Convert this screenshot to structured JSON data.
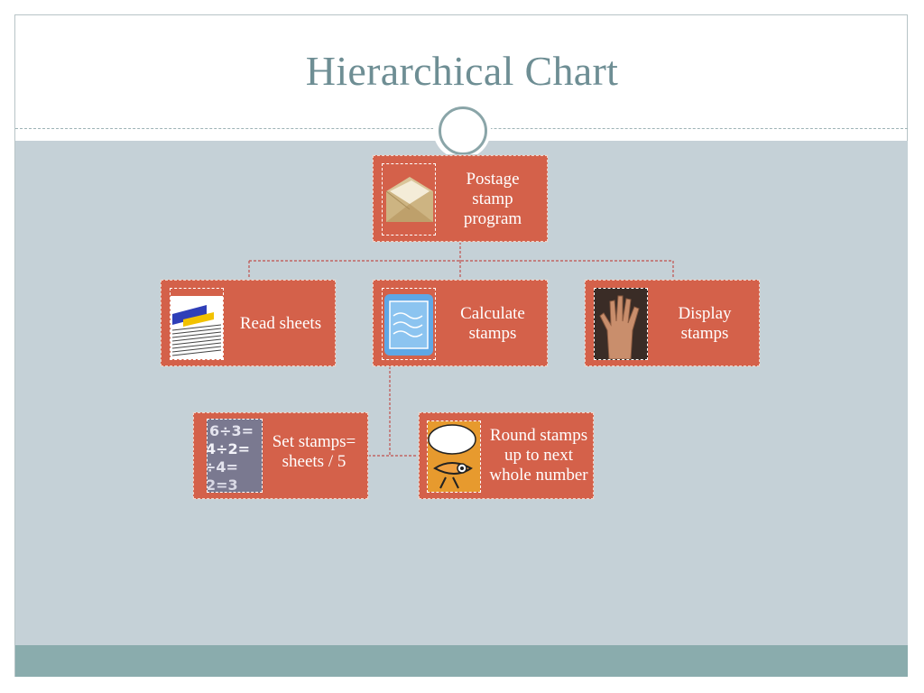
{
  "slide": {
    "title": "Hierarchical Chart"
  },
  "colors": {
    "node_fill": "#d4614a",
    "content_background": "#c5d1d7",
    "footer_bar": "#8aacad",
    "title_text": "#6e8e94",
    "connector": "#c0504d"
  },
  "nodes": [
    {
      "id": "root",
      "label": "Postage stamp program",
      "icon": "envelope-icon"
    },
    {
      "id": "read",
      "label": "Read sheets",
      "icon": "newspaper-icon"
    },
    {
      "id": "calc",
      "label": "Calculate stamps",
      "icon": "stamp-icon"
    },
    {
      "id": "display",
      "label": "Display stamps",
      "icon": "hand-icon"
    },
    {
      "id": "set",
      "label": "Set stamps= sheets / 5",
      "icon": "math-icon"
    },
    {
      "id": "round",
      "label": "Round stamps up to next whole number",
      "icon": "thinking-fish-icon"
    }
  ],
  "edges": [
    [
      "root",
      "read"
    ],
    [
      "root",
      "calc"
    ],
    [
      "root",
      "display"
    ],
    [
      "calc",
      "set"
    ],
    [
      "calc",
      "round"
    ]
  ]
}
